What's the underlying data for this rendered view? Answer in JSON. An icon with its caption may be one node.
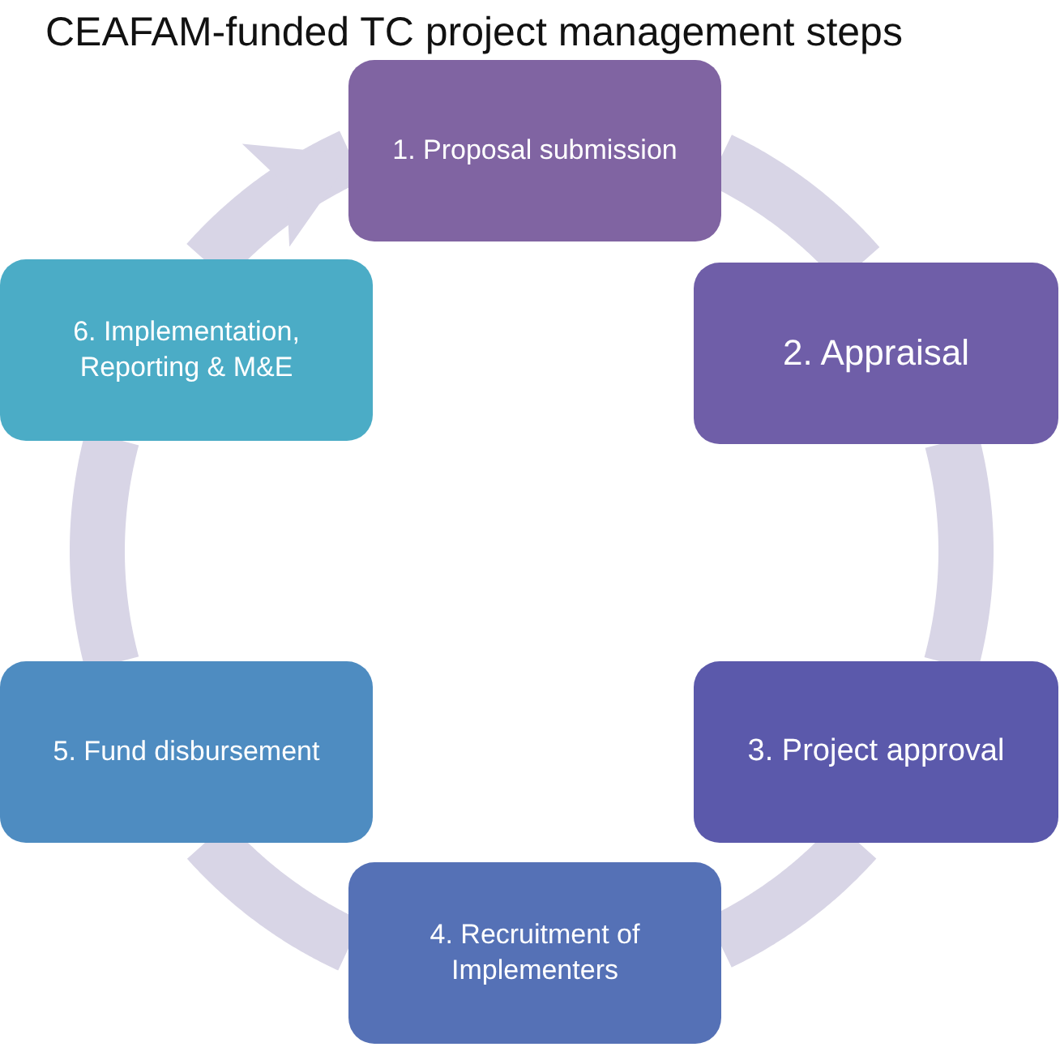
{
  "diagram": {
    "title": "CEAFAM-funded TC project management steps",
    "nodes": [
      {
        "text": [
          "1. Proposal submission"
        ]
      },
      {
        "text": [
          "2. Appraisal"
        ]
      },
      {
        "text": [
          "3. Project approval"
        ]
      },
      {
        "text": [
          "4. Recruitment of Implementers"
        ]
      },
      {
        "text": [
          "5. Fund disbursement"
        ]
      },
      {
        "text": [
          "6. Implementation, Reporting & M&E"
        ]
      }
    ],
    "edges": [
      {
        "from": 0,
        "to": 1,
        "arrow": "none"
      },
      {
        "from": 1,
        "to": 2,
        "arrow": "none"
      },
      {
        "from": 2,
        "to": 3,
        "arrow": "none"
      },
      {
        "from": 3,
        "to": 4,
        "arrow": "none"
      },
      {
        "from": 4,
        "to": 5,
        "arrow": "none"
      },
      {
        "from": 5,
        "to": 0,
        "arrow": "to"
      }
    ]
  }
}
